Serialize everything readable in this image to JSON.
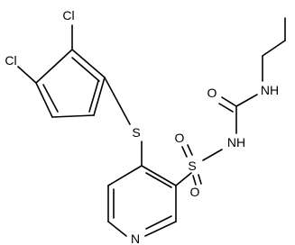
{
  "molecule": {
    "atoms": {
      "cl_top": "Cl",
      "cl_left": "Cl",
      "sulfur_thioether": "S",
      "sulfonyl_s": "S",
      "sulfonyl_o_top": "O",
      "sulfonyl_o_bottom": "O",
      "nh_sulfonamide": "NH",
      "carbonyl_o": "O",
      "nh_propyl": "NH",
      "pyridine_n": "N"
    }
  }
}
